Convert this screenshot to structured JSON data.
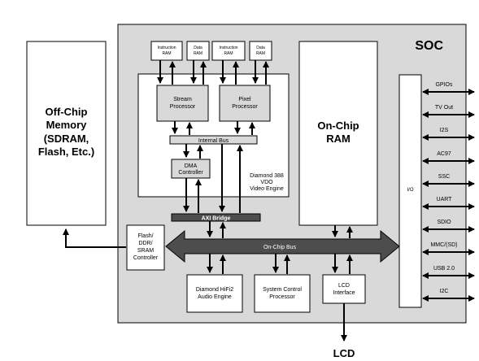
{
  "offchip": {
    "line1": "Off-Chip",
    "line2": "Memory",
    "line3": "(SDRAM,",
    "line4": "Flash, Etc.)"
  },
  "soc_label": "SOC",
  "rams": {
    "instruction_1": [
      "Instruction",
      "RAM"
    ],
    "data_1": [
      "Data",
      "RAM"
    ],
    "instruction_2": [
      "Instruction",
      "RAM"
    ],
    "data_2": [
      "Data",
      "RAM"
    ]
  },
  "stream_processor": [
    "Stream",
    "Processor"
  ],
  "pixel_processor": [
    "Pixel",
    "Processor"
  ],
  "internal_bus": "Internal Bus",
  "dma_controller": [
    "DMA",
    "Controller"
  ],
  "video_engine": [
    "Diamond 388",
    "VDO",
    "Video Engine"
  ],
  "axi_bridge": "AXI Bridge",
  "onchip_ram": [
    "On-Chip",
    "RAM"
  ],
  "io_label": "I/O",
  "io_ports": [
    "GPIOs",
    "TV Out",
    "I2S",
    "AC97",
    "SSC",
    "UART",
    "SDIO",
    "MMC/(SD)",
    "USB 2.0",
    "I2C"
  ],
  "flash_controller": [
    "Flash/",
    "DDR/",
    "SRAM",
    "Controller"
  ],
  "onchip_bus": "On-Chip Bus",
  "audio_engine": [
    "Diamond HiFi2",
    "Audio Engine"
  ],
  "system_control": [
    "System Control",
    "Processor"
  ],
  "lcd_interface": [
    "LCD",
    "Interface"
  ],
  "lcd_label": "LCD"
}
